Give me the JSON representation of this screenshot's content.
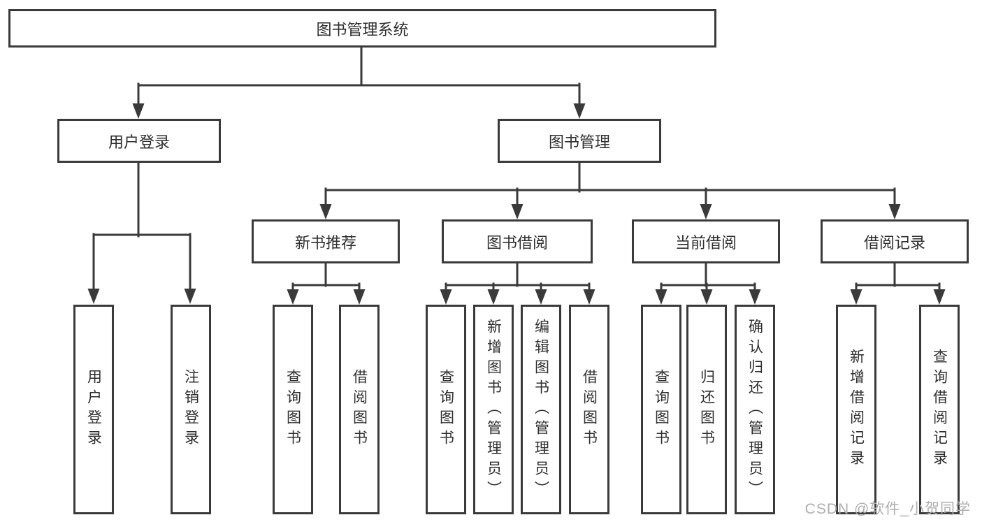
{
  "diagram": {
    "root": "图书管理系统",
    "level2": [
      "用户登录",
      "图书管理"
    ],
    "level3": [
      "新书推荐",
      "图书借阅",
      "当前借阅",
      "借阅记录"
    ],
    "leaves_user_login": [
      "用户登录",
      "注销登录"
    ],
    "leaves_new_books": [
      "查询图书",
      "借阅图书"
    ],
    "leaves_book_borrow": [
      "查询图书",
      "新增图书（管理员）",
      "编辑图书（管理员）",
      "借阅图书"
    ],
    "leaves_current_borrow": [
      "查询图书",
      "归还图书",
      "确认归还（管理员）"
    ],
    "leaves_borrow_records": [
      "新增借阅记录",
      "查询借阅记录"
    ]
  },
  "watermark": "CSDN @软件_小贺同学",
  "colors": {
    "line": "#3a3a3a",
    "text": "#2e2e2e",
    "watermark": "#aeaeae",
    "background": "#ffffff"
  }
}
